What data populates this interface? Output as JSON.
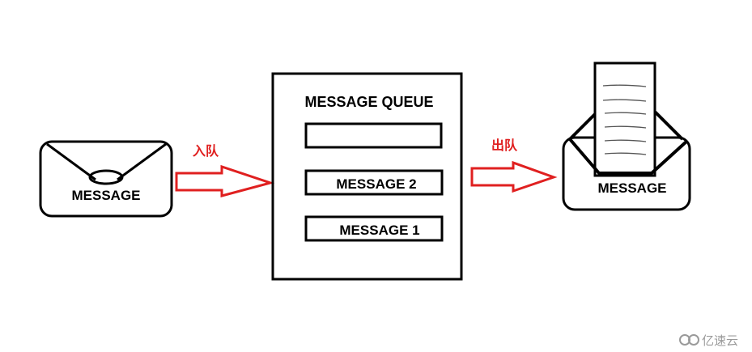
{
  "left_envelope": {
    "label": "MESSAGE"
  },
  "enqueue_label": "入队",
  "queue": {
    "title": "MESSAGE QUEUE",
    "slots": [
      "",
      "MESSAGE 2",
      "MESSAGE 1"
    ]
  },
  "dequeue_label": "出队",
  "right_envelope": {
    "label": "MESSAGE"
  },
  "watermark": "亿速云",
  "colors": {
    "arrow": "#e02020",
    "stroke": "#000000",
    "watermark": "#9a9a9a"
  }
}
